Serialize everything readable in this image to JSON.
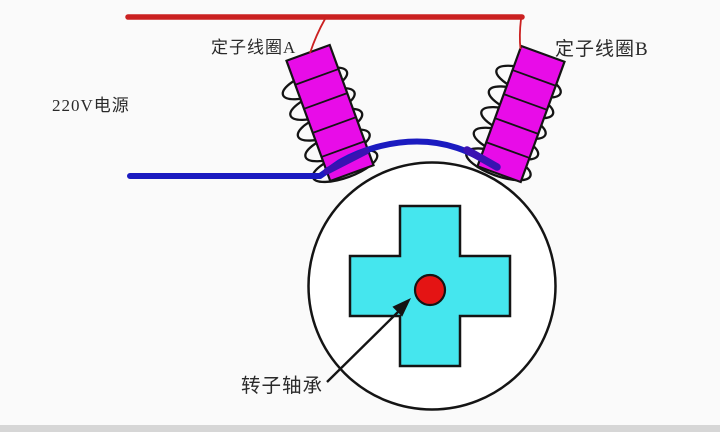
{
  "diagram": {
    "labels": {
      "power_source": "220V电源",
      "stator_coil_a": "定子线圈A",
      "stator_coil_b": "定子线圈B",
      "rotor_bearing": "转子轴承"
    },
    "colors": {
      "background": "#fafafa",
      "bottom_bar": "#d6d6d6",
      "live_wire": "#cb2121",
      "neutral_wire": "#1b1bc0",
      "wire_over_coil": "#3a12b2",
      "coil_fill": "#e80ce8",
      "rotor_fill": "#45e6ee",
      "bearing_fill": "#e41414",
      "outline": "#141414",
      "text": "#2a2a2a"
    }
  }
}
